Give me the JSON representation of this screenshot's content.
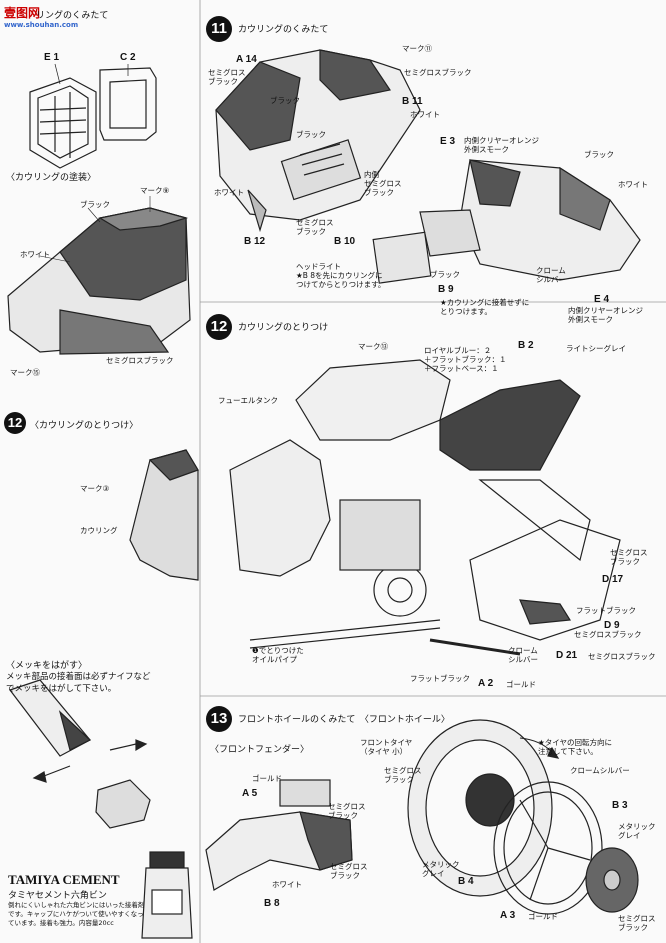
{
  "watermark": {
    "line1": "壹图网",
    "line2": "www.shouhan.com"
  },
  "left": {
    "top_header": "リングのくみたて",
    "e1": "E 1",
    "c2": "C 2",
    "paint_header": "〈カウリングの塗装〉",
    "paint_labels": {
      "mark9": "マーク⑨",
      "black": "ブラック",
      "white": "ホワイト",
      "semigloss": "セミグロスブラック",
      "mark15": "マーク⑮"
    },
    "step12_header": "〈カウリングのとりつけ〉",
    "step12_labels": {
      "mark3": "マーク③",
      "cowling": "カウリング"
    },
    "plating_header": "〈メッキをはがす〉",
    "plating_text1": "メッキ部品の接着面は必ずナイフなど",
    "plating_text2": "でメッキをはがして下さい。",
    "cement_title": "TAMIYA CEMENT",
    "cement_sub": "タミヤセメント六角ビン",
    "cement_desc": "倒れにくいしゃれた六角ビンにはいった接着剤です。キャップにハケがついて使いやすくなっています。接着も強力。内容量20cc"
  },
  "step11": {
    "number": "11",
    "title": "カウリングのくみたて",
    "a14": "A 14",
    "semigloss_black_1": "セミグロス\nブラック",
    "mark11": "マーク⑪",
    "semigloss_black_2": "セミグロスブラック",
    "b11": "B 11",
    "white": "ホワイト",
    "black_1": "ブラック",
    "black_2": "ブラック",
    "white_2": "ホワイト",
    "inner_semi": "内側\nセミグロス\nブラック",
    "semi_black_3": "セミグロス\nブラック",
    "b12": "B 12",
    "b10": "B 10",
    "headlight_note": "ヘッドライト\n★B 8を先にカウリングに\nつけてからとりつけます。",
    "e3": "E 3",
    "inner_clear_orange": "内側クリヤーオレンジ\n外側スモーク",
    "black_3": "ブラック",
    "white_3": "ホワイト",
    "black_4": "ブラック",
    "b9": "B 9",
    "chrome_silver": "クローム\nシルバー",
    "b9_note": "★カウリングに接着せずに\nとりつけます。",
    "e4": "E 4",
    "inner_clear_orange_2": "内側クリヤーオレンジ\n外側スモーク"
  },
  "step12": {
    "number": "12",
    "title": "カウリングのとりつけ",
    "mark13": "マーク⑬",
    "color_mix": "ロイヤルブルー：２\n＋フラットブラック：１\n＋フラットベース：１",
    "b2": "B 2",
    "light_sea_gray": "ライトシーグレイ",
    "fuel_tank": "フューエルタンク",
    "oil_pipe": "❶でとりつけた\nオイルパイプ",
    "semi_black": "セミグロス\nブラック",
    "d17": "D 17",
    "flat_black_1": "フラットブラック",
    "d9": "D 9",
    "semi_black_2": "セミグロスブラック",
    "chrome_silver": "クローム\nシルバー",
    "d21": "D 21",
    "semi_black_3": "セミグロスブラック",
    "flat_black_2": "フラットブラック",
    "a2": "A 2",
    "gold": "ゴールド"
  },
  "step13": {
    "number": "13",
    "title": "フロントホイールのくみたて　〈フロントホイール〉",
    "fender_header": "〈フロントフェンダー〉",
    "gold": "ゴールド",
    "a5": "A 5",
    "semi_black_1": "セミグロス\nブラック",
    "semi_black_2": "セミグロス\nブラック",
    "white": "ホワイト",
    "b8": "B 8",
    "front_tire": "フロントタイヤ\n（タイヤ 小）",
    "semi_black_3": "セミグロス\nブラック",
    "tire_note": "★タイヤの回転方向に\n注意して下さい。",
    "chrome_silver": "クロームシルバー",
    "b3": "B 3",
    "metallic_gray": "メタリック\nグレイ",
    "metallic_gray_2": "メタリック\nグレイ",
    "b4": "B 4",
    "a3": "A 3",
    "gold_2": "ゴールド",
    "semi_black_4": "セミグロス\nブラック"
  }
}
